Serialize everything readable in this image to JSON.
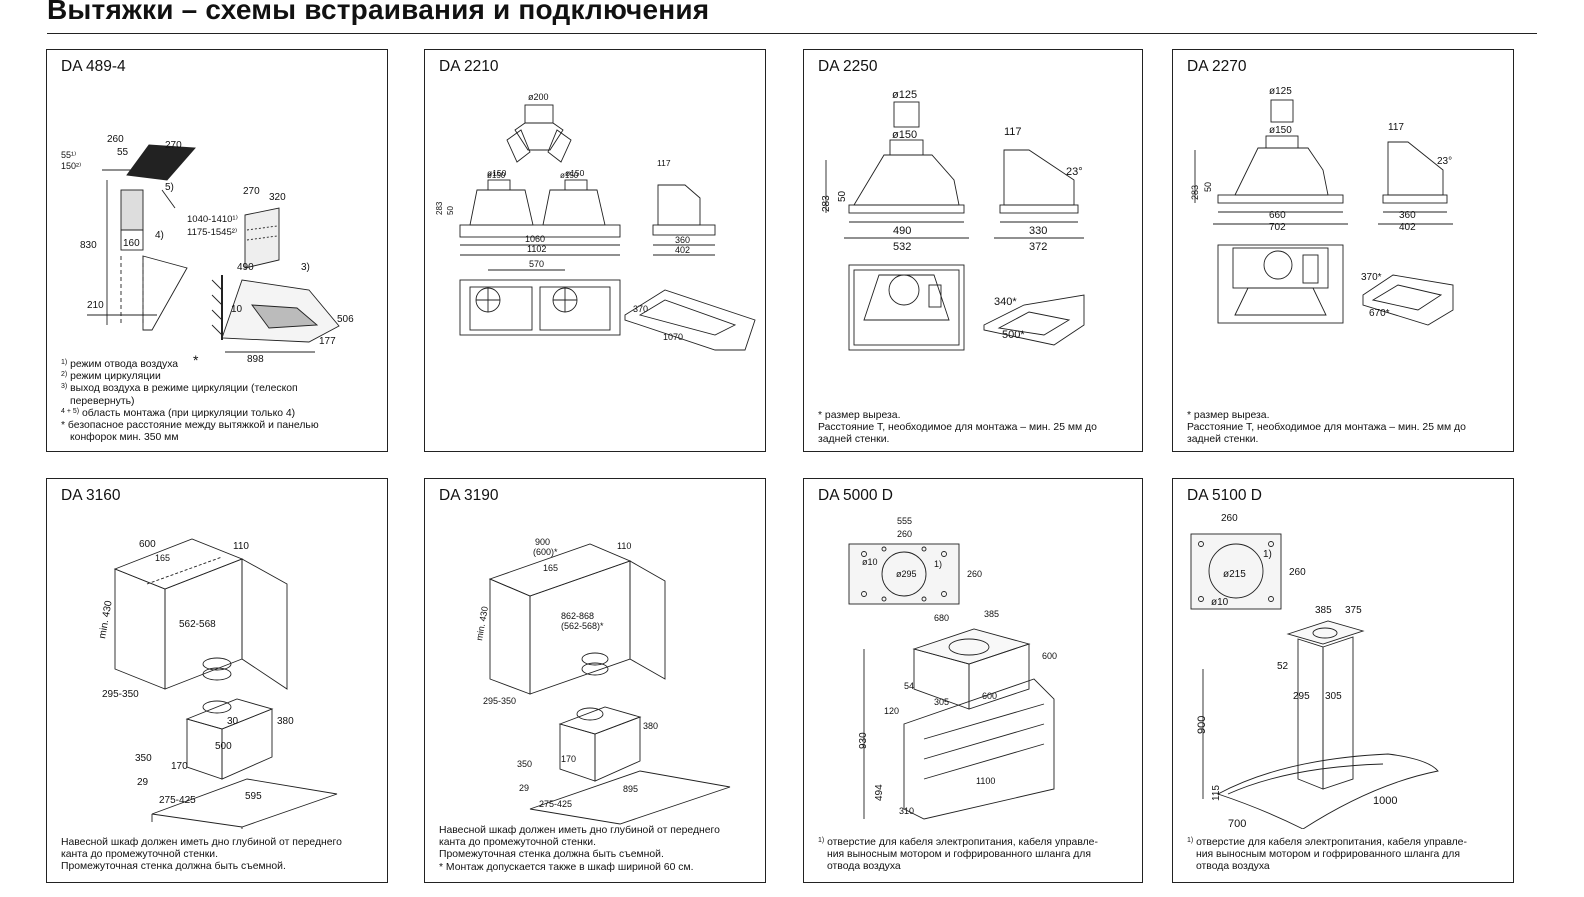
{
  "page": {
    "title": "Вытяжки – схемы встраивания и подключения"
  },
  "panels": [
    {
      "title": "DA 489-4",
      "dims": [
        "260",
        "55",
        "270",
        "55¹⁾",
        "150²⁾",
        "5)",
        "4)",
        "160",
        "830",
        "210",
        "1040-1410¹⁾",
        "1175-1545²⁾",
        "270",
        "320",
        "3)",
        "490",
        "10",
        "506",
        "177",
        "898",
        "*"
      ],
      "notes": [
        {
          "fn": "1)",
          "text": " режим отвода воздуха"
        },
        {
          "fn": "2)",
          "text": " режим циркуляции"
        },
        {
          "fn": "3)",
          "text": " выход воздуха в режиме циркуляции (телескоп"
        },
        {
          "fn": "",
          "text": "перевернуть)",
          "indent": true
        },
        {
          "fn": "4 + 5)",
          "text": " область монтажа (при циркуляции только 4)"
        },
        {
          "fn": "",
          "text": "* безопасное расстояние между вытяжкой и панелью"
        },
        {
          "fn": "",
          "text": "конфорок мин. 350 мм",
          "indent": true
        }
      ]
    },
    {
      "title": "DA 2210",
      "dims": [
        "ø200",
        "ø150",
        "ø150",
        "ø150",
        "ø150",
        "283",
        "50",
        "1060",
        "1102",
        "117",
        "360",
        "402",
        "570",
        "370",
        "1070"
      ],
      "notes": []
    },
    {
      "title": "DA 2250",
      "dims": [
        "ø125",
        "ø150",
        "283",
        "50",
        "490",
        "532",
        "117",
        "23°",
        "330",
        "372",
        "340*",
        "500*"
      ],
      "notes": [
        {
          "fn": "",
          "text": "* размер выреза."
        },
        {
          "fn": "",
          "text": "Расстояние T, необходимое для монтажа – мин. 25 мм до"
        },
        {
          "fn": "",
          "text": "задней стенки."
        }
      ]
    },
    {
      "title": "DA 2270",
      "dims": [
        "ø125",
        "ø150",
        "283",
        "50",
        "660",
        "702",
        "117",
        "23°",
        "360",
        "402",
        "370*",
        "670*"
      ],
      "notes": [
        {
          "fn": "",
          "text": "* размер выреза."
        },
        {
          "fn": "",
          "text": "Расстояние T, необходимое для монтажа – мин. 25 мм до"
        },
        {
          "fn": "",
          "text": "задней стенки."
        }
      ]
    },
    {
      "title": "DA 3160",
      "dims": [
        "600",
        "165",
        "110",
        "562-568",
        "min. 430",
        "295-350",
        "30",
        "380",
        "500",
        "350",
        "170",
        "29",
        "275-425",
        "595"
      ],
      "notes": [
        {
          "fn": "",
          "text": "Навесной шкаф должен иметь дно глубиной от переднего"
        },
        {
          "fn": "",
          "text": "канта до промежуточной стенки."
        },
        {
          "fn": "",
          "text": "Промежуточная стенка должна быть съемной."
        }
      ]
    },
    {
      "title": "DA 3190",
      "dims": [
        "900",
        "(600)*",
        "165",
        "110",
        "862-868",
        "(562-568)*",
        "min. 430",
        "295-350",
        "380",
        "350",
        "170",
        "29",
        "275-425",
        "895"
      ],
      "notes": [
        {
          "fn": "",
          "text": "Навесной шкаф должен иметь дно глубиной от переднего"
        },
        {
          "fn": "",
          "text": "канта до промежуточной стенки."
        },
        {
          "fn": "",
          "text": "Промежуточная стенка должна быть съемной."
        },
        {
          "fn": "",
          "text": "* Монтаж допускается также в шкаф шириной 60 см."
        }
      ]
    },
    {
      "title": "DA 5000 D",
      "dims": [
        "555",
        "260",
        "ø10",
        "ø295",
        "1)",
        "260",
        "680",
        "385",
        "600",
        "54",
        "305",
        "600",
        "120",
        "930",
        "494",
        "310",
        "1100"
      ],
      "notes": [
        {
          "fn": "1)",
          "text": " отверстие для кабеля электропитания, кабеля управле-"
        },
        {
          "fn": "",
          "text": "ния выносным мотором и гофрированного шланга для",
          "indent": true
        },
        {
          "fn": "",
          "text": "отвода воздуха",
          "indent": true
        }
      ]
    },
    {
      "title": "DA 5100 D",
      "dims": [
        "260",
        "ø215",
        "1)",
        "260",
        "ø10",
        "385",
        "375",
        "52",
        "295",
        "305",
        "900",
        "115",
        "700",
        "1000"
      ],
      "notes": [
        {
          "fn": "1)",
          "text": " отверстие для кабеля электропитания, кабеля управле-"
        },
        {
          "fn": "",
          "text": "ния выносным мотором и гофрированного шланга для",
          "indent": true
        },
        {
          "fn": "",
          "text": "отвода воздуха",
          "indent": true
        }
      ]
    }
  ]
}
